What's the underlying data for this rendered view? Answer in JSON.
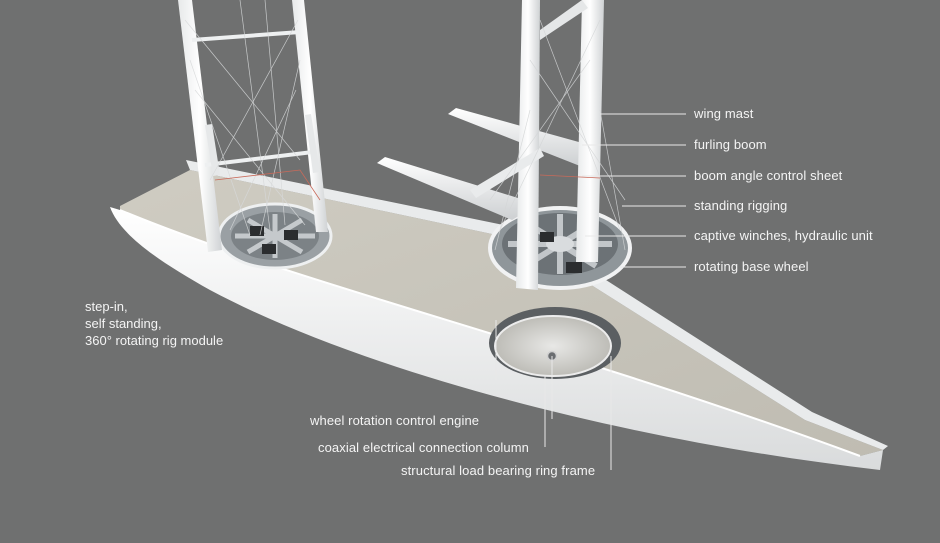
{
  "callouts": {
    "right": [
      {
        "id": "wing-mast",
        "text": "wing mast"
      },
      {
        "id": "furling-boom",
        "text": "furling boom"
      },
      {
        "id": "boom-angle-control-sheet",
        "text": "boom angle control sheet"
      },
      {
        "id": "standing-rigging",
        "text": "standing rigging"
      },
      {
        "id": "captive-winches",
        "text": "captive winches, hydraulic unit"
      },
      {
        "id": "rotating-base-wheel",
        "text": "rotating base wheel"
      }
    ],
    "bottom": [
      {
        "id": "wheel-rotation-engine",
        "text": "wheel rotation control engine"
      },
      {
        "id": "coaxial-column",
        "text": "coaxial electrical connection column"
      },
      {
        "id": "ring-frame",
        "text": "structural load bearing ring frame"
      }
    ],
    "left": [
      "step-in,",
      "self standing,",
      "360° rotating rig module"
    ]
  },
  "colors": {
    "background": "#6f7070",
    "hull": "#f2f3f3",
    "deck": "#c9c6bc",
    "label": "#f4f4f4",
    "rigging": "#dcdcdc"
  }
}
